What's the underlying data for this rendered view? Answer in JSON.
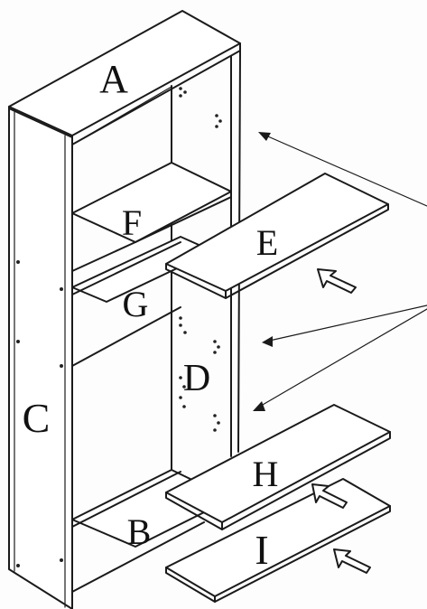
{
  "labels": {
    "a": "A",
    "b": "B",
    "c": "C",
    "d": "D",
    "e": "E",
    "f": "F",
    "g": "G",
    "h": "H",
    "i": "I"
  },
  "colors": {
    "ink": "#1a1a1a",
    "paper": "#fdfdfd"
  }
}
